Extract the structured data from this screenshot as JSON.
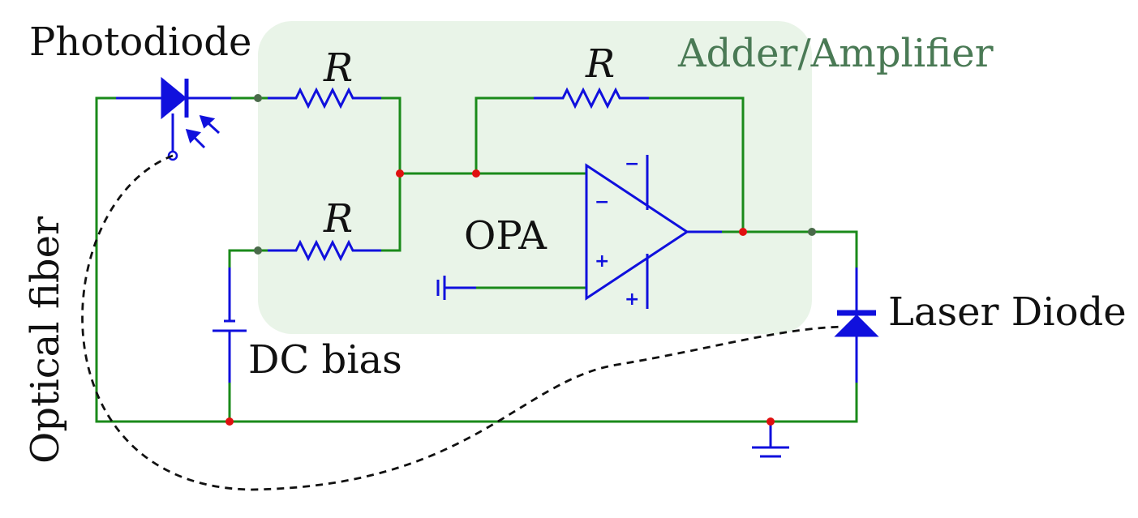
{
  "labels": {
    "photodiode": "Photodiode",
    "adder_amplifier": "Adder/Amplifier",
    "r_top_left": "R",
    "r_feedback": "R",
    "r_bottom_left": "R",
    "opa": "OPA",
    "dc_bias": "DC bias",
    "laser_diode": "Laser Diode",
    "optical_fiber": "Optical fiber",
    "minus_in": "−",
    "plus_in": "+",
    "minus_supply": "−",
    "plus_supply": "+"
  },
  "colors": {
    "wire": "#1a8a1a",
    "component": "#1010dd",
    "junction": "#e01010",
    "terminal": "#4a6a4a",
    "block_background": "#e9f4e8",
    "block_label": "#4a7a55"
  }
}
